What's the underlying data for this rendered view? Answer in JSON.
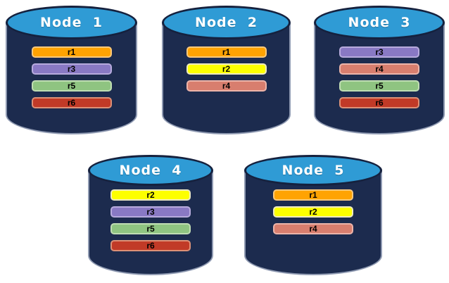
{
  "colors": {
    "body": "#1C2B4E",
    "body_outline": "#8E99B1",
    "top_fill": "#2F9BD5",
    "top_outline": "#15213E",
    "title_color": "#FFFFFF",
    "bar_text": "#000000"
  },
  "palette": {
    "r1": {
      "fill": "#FFA302",
      "border": "#FEC97B"
    },
    "r2": {
      "fill": "#FDFF00",
      "border": "#EEEABF"
    },
    "r3": {
      "fill": "#8979C4",
      "border": "#B7ABDD"
    },
    "r4": {
      "fill": "#D87E6E",
      "border": "#ECB4A9"
    },
    "r5": {
      "fill": "#8FC481",
      "border": "#C0DDB3"
    },
    "r6": {
      "fill": "#C13A27",
      "border": "#DD9076"
    }
  },
  "nodes": [
    {
      "title": "Node  1",
      "replicas": [
        "r1",
        "r3",
        "r5",
        "r6"
      ]
    },
    {
      "title": "Node  2",
      "replicas": [
        "r1",
        "r2",
        "r4"
      ]
    },
    {
      "title": "Node  3",
      "replicas": [
        "r3",
        "r4",
        "r5",
        "r6"
      ]
    },
    {
      "title": "Node  4",
      "replicas": [
        "r2",
        "r3",
        "r5",
        "r6"
      ]
    },
    {
      "title": "Node  5",
      "replicas": [
        "r1",
        "r2",
        "r4"
      ]
    }
  ]
}
